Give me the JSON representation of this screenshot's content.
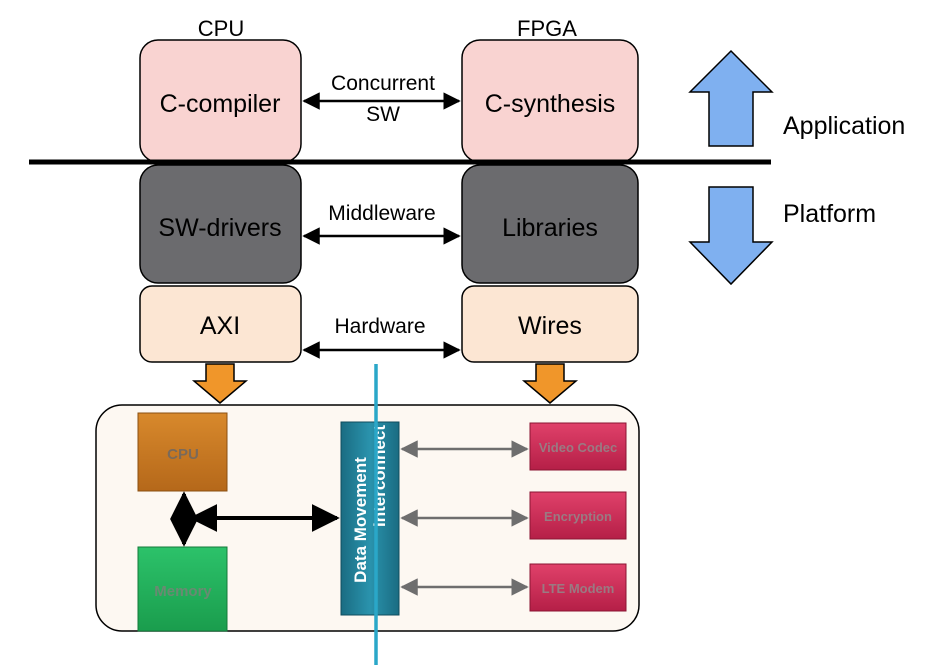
{
  "columns": {
    "cpu": "CPU",
    "fpga": "FPGA"
  },
  "layers": {
    "application": "Application",
    "platform": "Platform"
  },
  "boxes": {
    "c_compiler": "C-compiler",
    "c_synthesis": "C-synthesis",
    "sw_drivers": "SW-drivers",
    "libraries": "Libraries",
    "axi": "AXI",
    "wires": "Wires"
  },
  "links": {
    "concurrent_line1": "Concurrent",
    "concurrent_line2": "SW",
    "middleware": "Middleware",
    "hardware": "Hardware"
  },
  "soc": {
    "cpu": "CPU",
    "memory": "Memory",
    "interconnect_line1": "Data Movement",
    "interconnect_line2": "Interconnect",
    "video_codec": "Video Codec",
    "encryption": "Encryption",
    "lte_modem": "LTE Modem"
  },
  "colors": {
    "application_box": "#f9d3d1",
    "platform_box": "#6b6b6e",
    "hardware_box": "#fce6d3",
    "orange_arrow": "#f0962a",
    "blue_arrow": "#7fb0f0",
    "cpu_block": "#c8781e",
    "memory_block": "#21b35a",
    "interconnect_block": "#1f7f97",
    "accelerator_block": "#d12a56",
    "divider_line": "#2aa7c8"
  }
}
